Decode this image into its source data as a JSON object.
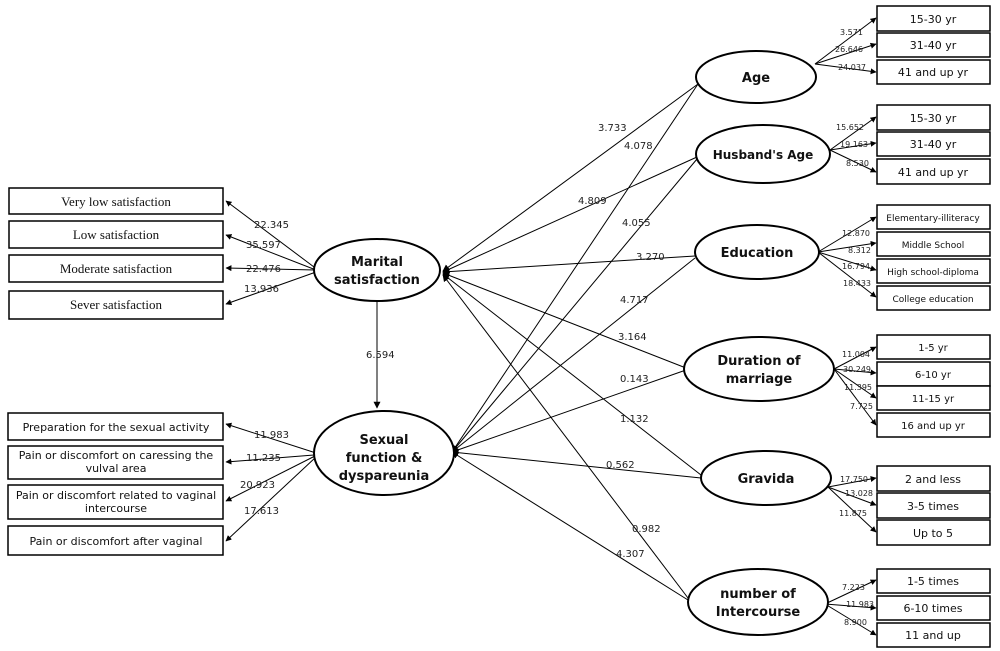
{
  "ovals": {
    "marital": {
      "line1": "Marital",
      "line2": "satisfaction"
    },
    "sexual": {
      "line1": "Sexual",
      "line2": "function &",
      "line3": "dyspareunia"
    },
    "age": {
      "line1": "Age"
    },
    "husband_age": {
      "line1": "Husband's Age"
    },
    "education": {
      "line1": "Education"
    },
    "duration": {
      "line1": "Duration of",
      "line2": "marriage"
    },
    "gravida": {
      "line1": "Gravida"
    },
    "intercourse": {
      "line1": "number of",
      "line2": "Intercourse"
    }
  },
  "left_boxes_marital": [
    {
      "label": "Very low satisfaction",
      "value": "22.345"
    },
    {
      "label": "Low satisfaction",
      "value": "35.597"
    },
    {
      "label": "Moderate satisfaction",
      "value": "22.476"
    },
    {
      "label": "Sever satisfaction",
      "value": "13.936"
    }
  ],
  "left_boxes_sexual": [
    {
      "line1": "Preparation for the sexual activity",
      "line2": "",
      "value": "11.983"
    },
    {
      "line1": "Pain or discomfort on caressing the",
      "line2": "vulval area",
      "value": "11.235"
    },
    {
      "line1": "Pain or discomfort related to vaginal",
      "line2": "intercourse",
      "value": "20.923"
    },
    {
      "line1": "Pain or discomfort after vaginal",
      "line2": "",
      "value": "17.613"
    }
  ],
  "right_groups": {
    "age": [
      {
        "label": "15-30 yr",
        "value": "3.571"
      },
      {
        "label": "31-40 yr",
        "value": "26.646"
      },
      {
        "label": "41 and up yr",
        "value": "24.037"
      }
    ],
    "husband_age": [
      {
        "label": "15-30 yr",
        "value": "15.652"
      },
      {
        "label": "31-40 yr",
        "value": "19.163"
      },
      {
        "label": "41 and up yr",
        "value": "8.530"
      }
    ],
    "education": [
      {
        "label": "Elementary-illiteracy",
        "value": "12.870"
      },
      {
        "label": "Middle School",
        "value": "8.312"
      },
      {
        "label": "High school-diploma",
        "value": "16.794"
      },
      {
        "label": "College education",
        "value": "18.433"
      }
    ],
    "duration": [
      {
        "label": "1-5 yr",
        "value": "11.004"
      },
      {
        "label": "6-10 yr",
        "value": "30.249"
      },
      {
        "label": "11-15 yr",
        "value": "11.395"
      },
      {
        "label": "16 and up yr",
        "value": "7.725"
      }
    ],
    "gravida": [
      {
        "label": "2 and less",
        "value": "17.750"
      },
      {
        "label": "3-5 times",
        "value": "13.028"
      },
      {
        "label": "Up to 5",
        "value": "11.875"
      }
    ],
    "intercourse": [
      {
        "label": "1-5 times",
        "value": "7.223"
      },
      {
        "label": "6-10 times",
        "value": "11.983"
      },
      {
        "label": "11 and up",
        "value": "8.900"
      }
    ]
  },
  "paths": {
    "marital_to_sexual": "6.594",
    "age_to_marital": "3.733",
    "age_to_sexual": "4.078",
    "husband_to_marital": "4.809",
    "husband_to_sexual": "4.055",
    "education_to_marital": "3.270",
    "education_to_sexual": "4.717",
    "duration_to_marital": "3.164",
    "duration_to_sexual": "0.143",
    "gravida_to_marital": "1.132",
    "gravida_to_sexual": "0.562",
    "intercourse_to_marital": "0.982",
    "intercourse_to_sexual": "4.307"
  }
}
